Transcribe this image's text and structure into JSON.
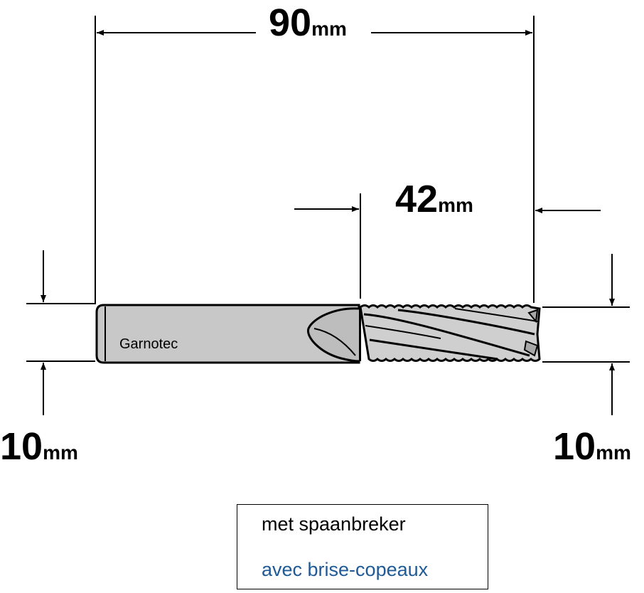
{
  "dimensions": {
    "overall_length": {
      "value": "90",
      "unit": "mm"
    },
    "cutting_length": {
      "value": "42",
      "unit": "mm"
    },
    "shank_diameter": {
      "value": "10",
      "unit": "mm"
    },
    "cutting_diameter": {
      "value": "10",
      "unit": "mm"
    }
  },
  "tool": {
    "brand_label": "Garnotec"
  },
  "legend": {
    "line_nl": "met spaanbreker",
    "line_fr": "avec brise-copeaux"
  },
  "colors": {
    "shank_fill": "#c8c8c8",
    "cutter_fill": "#cfcfcf",
    "line": "#000000",
    "french_text": "#1f5a96"
  }
}
